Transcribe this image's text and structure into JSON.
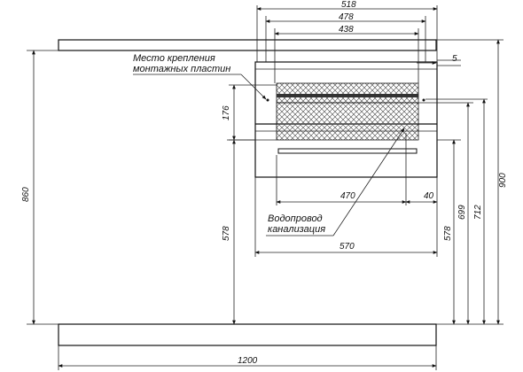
{
  "drawing": {
    "notes": {
      "mounting_line1": "Место крепления",
      "mounting_line2": "монтажных пластин",
      "water_line1": "Водопровод",
      "water_line2": "канализация"
    },
    "dimensions": {
      "d518": "518",
      "d478": "478",
      "d438": "438",
      "d5": "5",
      "d176": "176",
      "d860": "860",
      "d578_left": "578",
      "d470": "470",
      "d40": "40",
      "d570": "570",
      "d578_right": "578",
      "d699": "699",
      "d712": "712",
      "d900": "900",
      "d1200": "1200"
    }
  }
}
